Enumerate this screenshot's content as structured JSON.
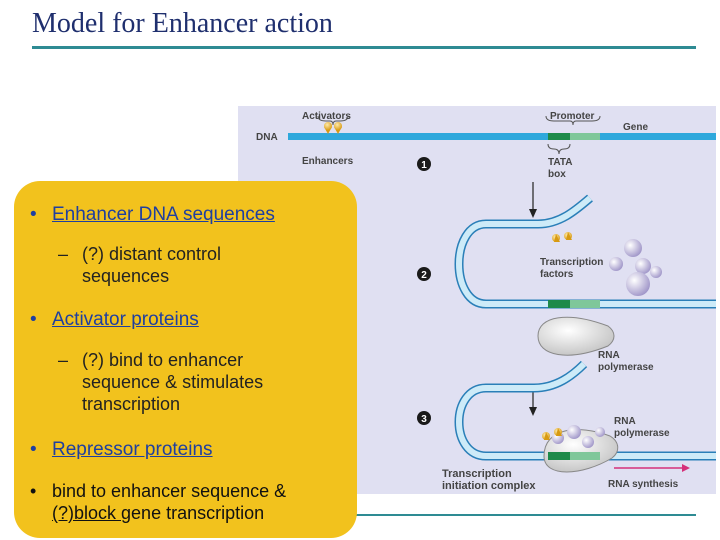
{
  "title": "Model for Enhancer action",
  "bullets": {
    "b1": "Enhancer DNA sequences",
    "b1_sub": "(?) distant control sequences",
    "b2": "Activator proteins",
    "b2_sub": "(?) bind to enhancer sequence & stimulates transcription",
    "b3": "Repressor proteins",
    "b4_line1": "bind to enhancer sequence &",
    "b4_part1": "(?)block ",
    "b4_part2": "gene transcription"
  },
  "figure": {
    "activators": "Activators",
    "promoter": "Promoter",
    "gene": "Gene",
    "dna": "DNA",
    "enhancers": "Enhancers",
    "step1": "1",
    "tata": "TATA",
    "box": "box",
    "step2": "2",
    "transcription": "Transcription",
    "factors": "factors",
    "rna": "RNA",
    "polymerase": "polymerase",
    "step3": "3",
    "rna2": "RNA",
    "polymerase2": "polymerase",
    "complex1": "Transcription",
    "complex2": "initiation complex",
    "synthesis": "RNA synthesis"
  },
  "colors": {
    "title": "#1f2f6e",
    "rule": "#2e8b93",
    "panel": "#f2c21d",
    "figure_bg": "#e0e0f2",
    "dna": "#2ea8dc",
    "promoter": "#7fc79a",
    "tata": "#1e8a4a",
    "rna_synthesis": "#d6307a"
  }
}
